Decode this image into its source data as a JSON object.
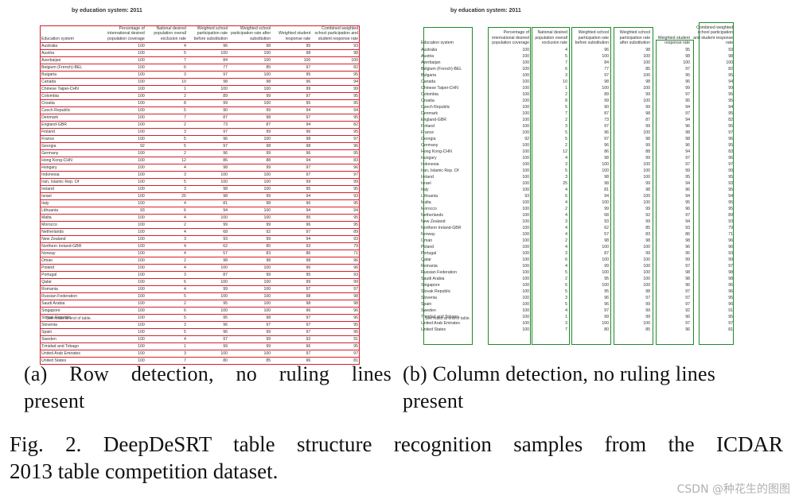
{
  "table": {
    "title": "by education system: 2011",
    "headers": [
      "Education system",
      "Percentage of international desired population coverage",
      "National desired population overall exclusion rate",
      "Weighted school participation rate before substitution",
      "Weighted school participation rate after substitution",
      "Weighted student response rate",
      "Combined weighted school participation and student response rate"
    ],
    "rows": [
      [
        "Australia",
        "100",
        "4",
        "96",
        "98",
        "95",
        "93"
      ],
      [
        "Austria",
        "100",
        "5",
        "100",
        "100",
        "98",
        "98"
      ],
      [
        "Azerbaijan",
        "100",
        "7",
        "84",
        "100",
        "100",
        "100"
      ],
      [
        "Belgium (French)-BEL",
        "100",
        "6",
        "77",
        "85",
        "97",
        "82"
      ],
      [
        "Bulgaria",
        "100",
        "3",
        "97",
        "100",
        "95",
        "95"
      ],
      [
        "Canada",
        "100",
        "10",
        "98",
        "98",
        "96",
        "94"
      ],
      [
        "Chinese Taipei-CHN",
        "100",
        "1",
        "100",
        "100",
        "99",
        "99"
      ],
      [
        "Colombia",
        "100",
        "2",
        "89",
        "99",
        "97",
        "95"
      ],
      [
        "Croatia",
        "100",
        "8",
        "99",
        "100",
        "95",
        "95"
      ],
      [
        "Czech Republic",
        "100",
        "5",
        "90",
        "99",
        "94",
        "94"
      ],
      [
        "Denmark",
        "100",
        "7",
        "87",
        "98",
        "97",
        "95"
      ],
      [
        "England-GBR",
        "100",
        "2",
        "73",
        "87",
        "94",
        "82"
      ],
      [
        "Finland",
        "100",
        "3",
        "97",
        "99",
        "96",
        "95"
      ],
      [
        "France",
        "100",
        "5",
        "96",
        "100",
        "98",
        "97"
      ],
      [
        "Georgia",
        "92",
        "5",
        "97",
        "98",
        "98",
        "96"
      ],
      [
        "Germany",
        "100",
        "2",
        "96",
        "99",
        "96",
        "95"
      ],
      [
        "Hong Kong-CHN",
        "100",
        "12",
        "86",
        "88",
        "94",
        "83"
      ],
      [
        "Hungary",
        "100",
        "4",
        "98",
        "99",
        "97",
        "96"
      ],
      [
        "Indonesia",
        "100",
        "3",
        "100",
        "100",
        "97",
        "97"
      ],
      [
        "Iran, Islamic Rep. Of",
        "100",
        "5",
        "100",
        "100",
        "99",
        "99"
      ],
      [
        "Ireland",
        "100",
        "3",
        "98",
        "100",
        "95",
        "95"
      ],
      [
        "Israel",
        "100",
        "25",
        "98",
        "99",
        "94",
        "93"
      ],
      [
        "Italy",
        "100",
        "4",
        "81",
        "98",
        "96",
        "95"
      ],
      [
        "Lithuania",
        "93",
        "6",
        "94",
        "100",
        "94",
        "94"
      ],
      [
        "Malta",
        "100",
        "4",
        "100",
        "100",
        "95",
        "95"
      ],
      [
        "Morocco",
        "100",
        "2",
        "99",
        "99",
        "96",
        "95"
      ],
      [
        "Netherlands",
        "100",
        "4",
        "68",
        "92",
        "97",
        "89"
      ],
      [
        "New Zealand",
        "100",
        "3",
        "93",
        "99",
        "94",
        "93"
      ],
      [
        "Northern Ireland-GBR",
        "100",
        "4",
        "62",
        "85",
        "93",
        "79"
      ],
      [
        "Norway",
        "100",
        "4",
        "57",
        "83",
        "86",
        "71"
      ],
      [
        "Oman",
        "100",
        "2",
        "98",
        "98",
        "98",
        "96"
      ],
      [
        "Poland",
        "100",
        "4",
        "100",
        "100",
        "96",
        "96"
      ],
      [
        "Portugal",
        "100",
        "3",
        "87",
        "99",
        "95",
        "93"
      ],
      [
        "Qatar",
        "100",
        "6",
        "100",
        "100",
        "99",
        "99"
      ],
      [
        "Romania",
        "100",
        "4",
        "99",
        "100",
        "97",
        "97"
      ],
      [
        "Russian Federation",
        "100",
        "5",
        "100",
        "100",
        "98",
        "98"
      ],
      [
        "Saudi Arabia",
        "100",
        "2",
        "95",
        "100",
        "98",
        "98"
      ],
      [
        "Singapore",
        "100",
        "6",
        "100",
        "100",
        "96",
        "96"
      ],
      [
        "Slovak Republic",
        "100",
        "5",
        "95",
        "98",
        "97",
        "96"
      ],
      [
        "Slovenia",
        "100",
        "3",
        "96",
        "97",
        "97",
        "95"
      ],
      [
        "Spain",
        "100",
        "5",
        "96",
        "99",
        "97",
        "96"
      ],
      [
        "Sweden",
        "100",
        "4",
        "97",
        "99",
        "92",
        "91"
      ],
      [
        "Trinidad and Tobago",
        "100",
        "1",
        "99",
        "99",
        "96",
        "95"
      ],
      [
        "United Arab Emirates",
        "100",
        "3",
        "100",
        "100",
        "97",
        "97"
      ],
      [
        "United States",
        "100",
        "7",
        "80",
        "85",
        "96",
        "81"
      ]
    ],
    "note": "See notes at end of table."
  },
  "captions": {
    "a_line1": "(a) Row detection, no ruling lines",
    "a_line2": "present",
    "b_line1": "(b) Column detection, no ruling lines",
    "b_line2": "present",
    "fig_line1": "Fig. 2. DeepDeSRT table structure recognition samples from the ICDAR",
    "fig_line2": "2013 table competition dataset."
  },
  "watermark": "CSDN @种花生的图图",
  "colors": {
    "row_box": "#d51f2a",
    "column_box": "#1f8a2a"
  }
}
